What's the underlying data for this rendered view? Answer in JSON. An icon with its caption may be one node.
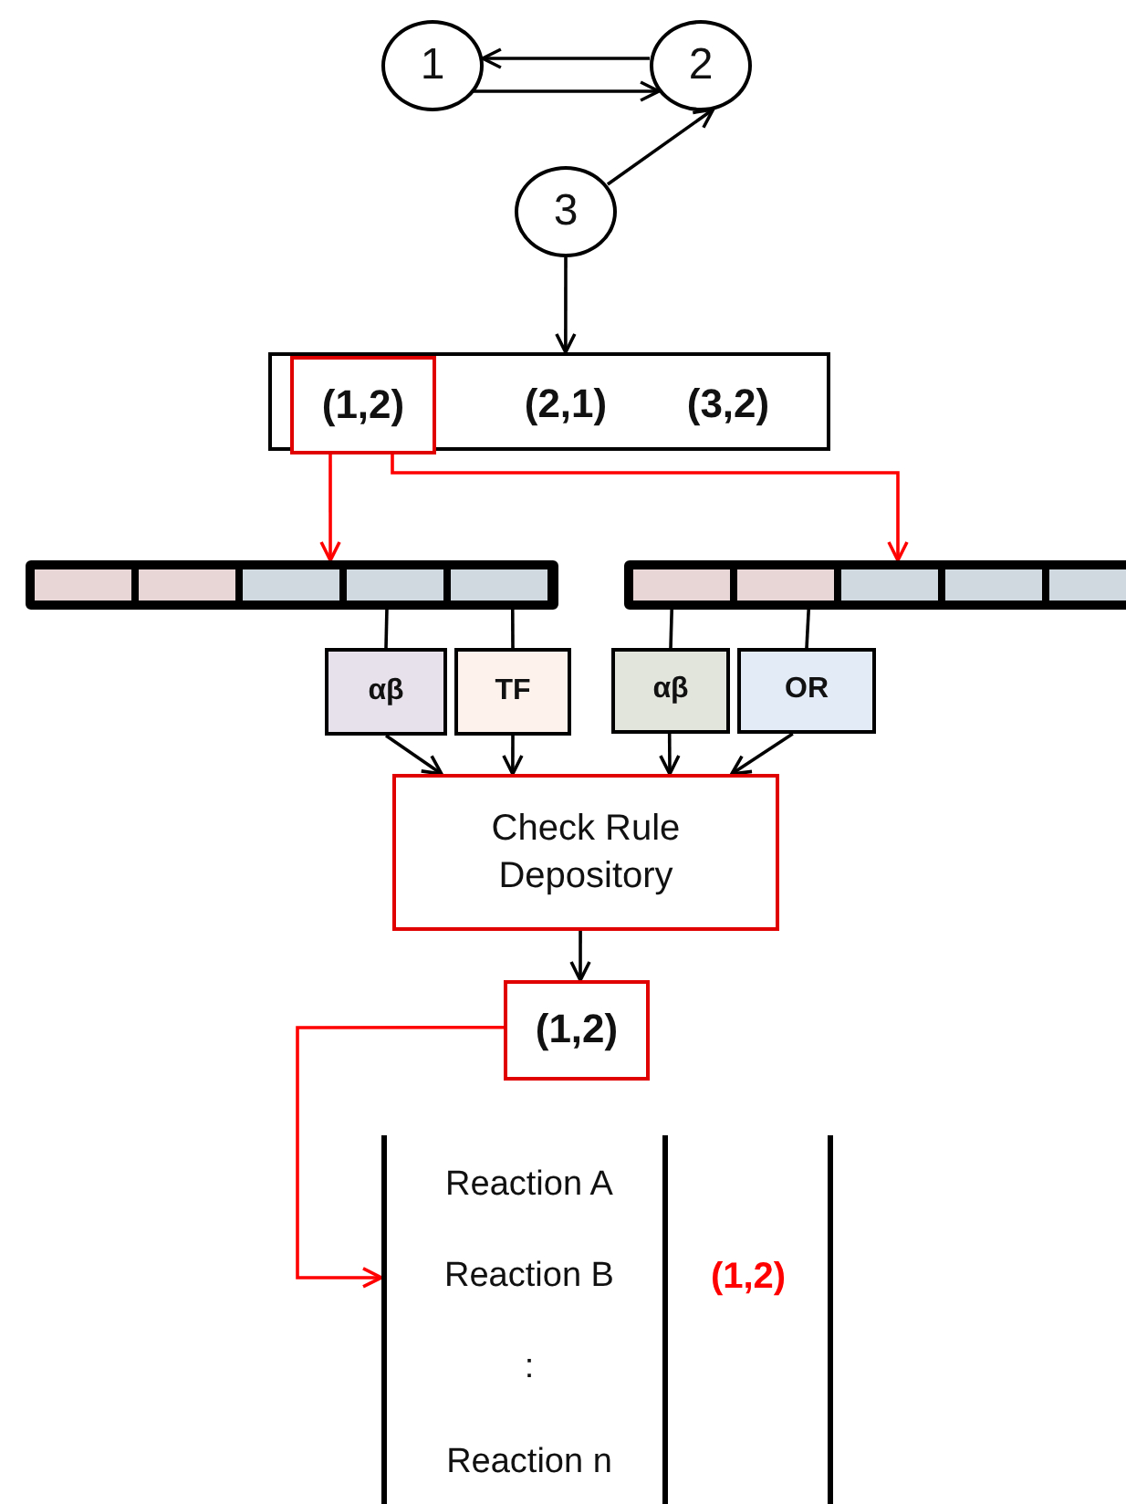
{
  "diagram": {
    "nodes": [
      {
        "text": [
          "1"
        ]
      },
      {
        "text": [
          "2"
        ]
      },
      {
        "text": [
          "3"
        ]
      },
      {
        "text": [
          "(2,1)",
          "(3,2)"
        ]
      },
      {
        "text": [
          "(1,2)"
        ],
        "in": 3
      },
      {
        "text": [],
        "shape": "bar"
      },
      {
        "text": [],
        "shape": "bar"
      },
      {
        "text": [
          "αβ"
        ]
      },
      {
        "text": [
          "TF"
        ]
      },
      {
        "text": [
          "αβ"
        ]
      },
      {
        "text": [
          "OR"
        ]
      },
      {
        "text": [
          "Check Rule Depository"
        ]
      },
      {
        "text": [
          "(1,2)"
        ]
      },
      {
        "text": [
          "Reaction A",
          "Reaction B",
          ":",
          "Reaction n"
        ]
      }
    ],
    "edges": [
      {
        "from": 1,
        "to": 0,
        "arrow": "to"
      },
      {
        "from": 0,
        "to": 1,
        "arrow": "to"
      },
      {
        "from": 2,
        "to": 1,
        "arrow": "to"
      },
      {
        "from": 2,
        "to": 3,
        "arrow": "to"
      },
      {
        "from": 4,
        "to": 5,
        "arrow": "to",
        "color": "#ff0000"
      },
      {
        "from": 4,
        "to": 6,
        "arrow": "to",
        "color": "#ff0000"
      },
      {
        "from": 5,
        "to": 7,
        "arrow": "none"
      },
      {
        "from": 5,
        "to": 8,
        "arrow": "none"
      },
      {
        "from": 6,
        "to": 9,
        "arrow": "none"
      },
      {
        "from": 6,
        "to": 10,
        "arrow": "none"
      },
      {
        "from": 7,
        "to": 11,
        "arrow": "to"
      },
      {
        "from": 8,
        "to": 11,
        "arrow": "to"
      },
      {
        "from": 9,
        "to": 11,
        "arrow": "to"
      },
      {
        "from": 10,
        "to": 11,
        "arrow": "to"
      },
      {
        "from": 11,
        "to": 12,
        "arrow": "to"
      },
      {
        "from": 12,
        "to": 13,
        "arrow": "to",
        "color": "#ff0000"
      }
    ],
    "labels": [
      "(1,2)"
    ]
  }
}
